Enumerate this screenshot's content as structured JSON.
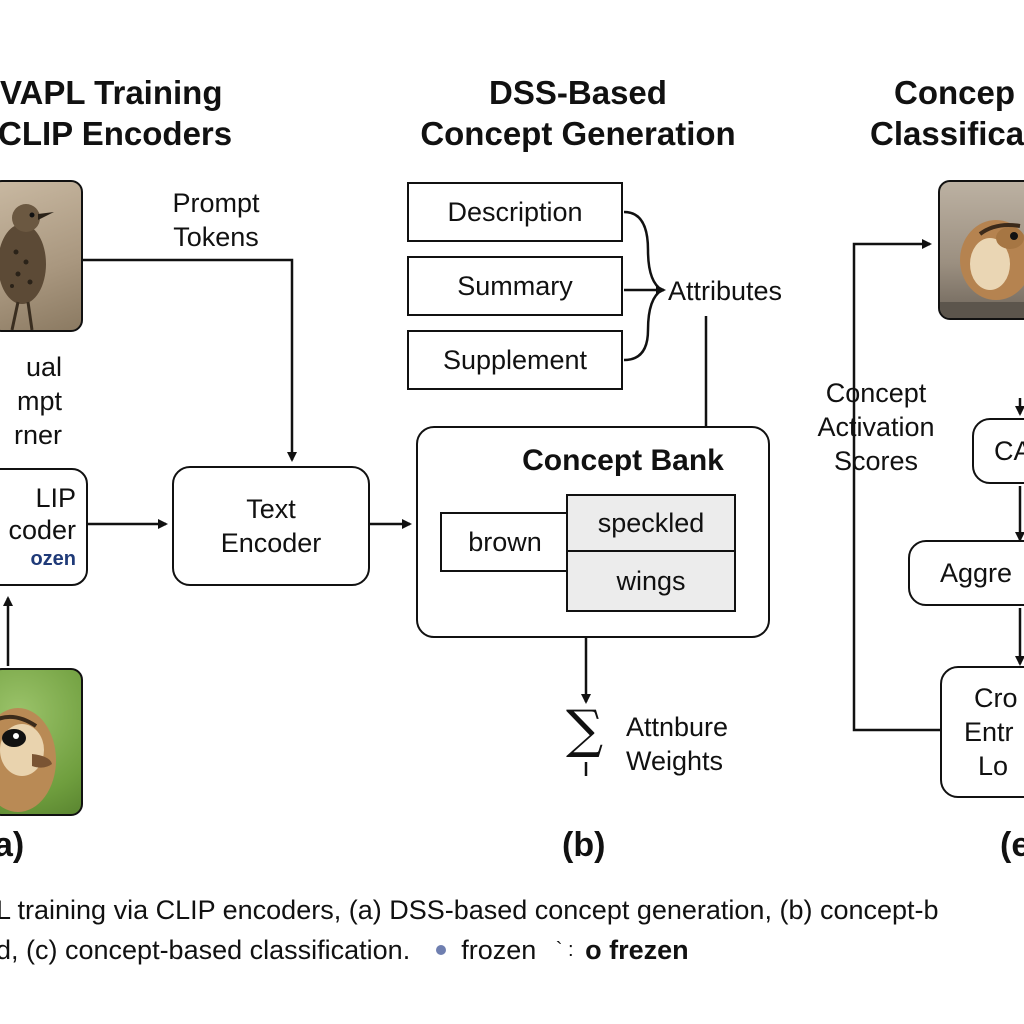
{
  "panel_a": {
    "title_line1": "VAPL Training",
    "title_line2": "CLIP Encoders",
    "prompt_tokens_line1": "Prompt",
    "prompt_tokens_line2": "Tokens",
    "visual_prompt_learner_line1": "ual",
    "visual_prompt_learner_line2": "mpt",
    "visual_prompt_learner_line3": "rner",
    "clip_encoder_line1": "LIP",
    "clip_encoder_line2": "coder",
    "clip_encoder_tag": "ozen",
    "text_encoder_line1": "Text",
    "text_encoder_line2": "Encoder",
    "panel_label": "a)"
  },
  "panel_b": {
    "title_line1": "DSS-Based",
    "title_line2": "Concept Generation",
    "description": "Description",
    "summary": "Summary",
    "supplement": "Supplement",
    "attributes": "Attributes",
    "concept_bank": "Concept Bank",
    "chip_brown": "brown",
    "chip_speckled": "speckled",
    "chip_wings": "wings",
    "sum_symbol": "∑",
    "attribute_weights_line1": "Attnbure",
    "attribute_weights_line2": "Weights",
    "panel_label": "(b)"
  },
  "panel_c": {
    "title_line1": "Concep",
    "title_line2": "Classifica",
    "cas_line1": "Concept",
    "cas_line2": "Activation",
    "cas_line3": "Scores",
    "ca_box": "CA",
    "aggregation_box": "Aggre",
    "ce_line1": "Cro",
    "ce_line2": "Entr",
    "ce_line3": "Lo",
    "panel_label": "(e"
  },
  "caption": {
    "line1": "L training via CLIP encoders, (a)  DSS-based concept generation, (b)  concept-b",
    "line2_text": "d, (c) concept-based classification.",
    "legend_frozen": "frozen",
    "legend_mark": "` :",
    "legend_frezen": "o frezen"
  },
  "colors": {
    "frozen_text": "#1f3a78",
    "legend_dot": "#6f7fb0",
    "chip_fill": "#ececec"
  }
}
